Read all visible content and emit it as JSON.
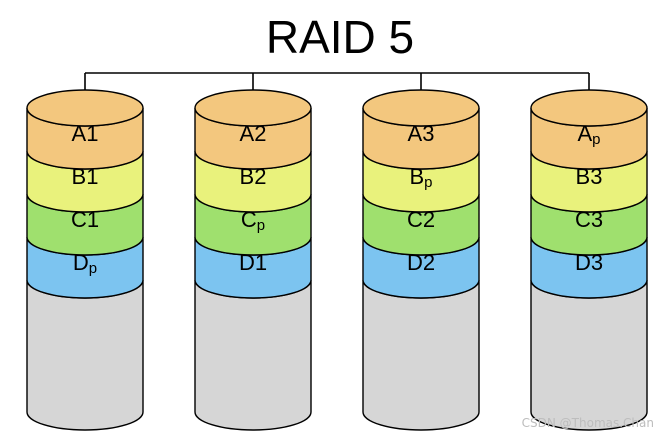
{
  "title": "RAID 5",
  "colors": {
    "A": "#f3c77e",
    "B": "#e9f27c",
    "C": "#9fe06e",
    "D": "#7cc4f0",
    "empty": "#d6d6d6",
    "stroke": "#000000"
  },
  "disks": [
    {
      "blocks": [
        {
          "row": "A",
          "main": "A1",
          "sub": ""
        },
        {
          "row": "B",
          "main": "B1",
          "sub": ""
        },
        {
          "row": "C",
          "main": "C1",
          "sub": ""
        },
        {
          "row": "D",
          "main": "D",
          "sub": "p"
        }
      ]
    },
    {
      "blocks": [
        {
          "row": "A",
          "main": "A2",
          "sub": ""
        },
        {
          "row": "B",
          "main": "B2",
          "sub": ""
        },
        {
          "row": "C",
          "main": "C",
          "sub": "p"
        },
        {
          "row": "D",
          "main": "D1",
          "sub": ""
        }
      ]
    },
    {
      "blocks": [
        {
          "row": "A",
          "main": "A3",
          "sub": ""
        },
        {
          "row": "B",
          "main": "B",
          "sub": "p"
        },
        {
          "row": "C",
          "main": "C2",
          "sub": ""
        },
        {
          "row": "D",
          "main": "D2",
          "sub": ""
        }
      ]
    },
    {
      "blocks": [
        {
          "row": "A",
          "main": "A",
          "sub": "p"
        },
        {
          "row": "B",
          "main": "B3",
          "sub": ""
        },
        {
          "row": "C",
          "main": "C3",
          "sub": ""
        },
        {
          "row": "D",
          "main": "D3",
          "sub": ""
        }
      ]
    }
  ],
  "watermark": "CSDN @Thomas.Chan"
}
